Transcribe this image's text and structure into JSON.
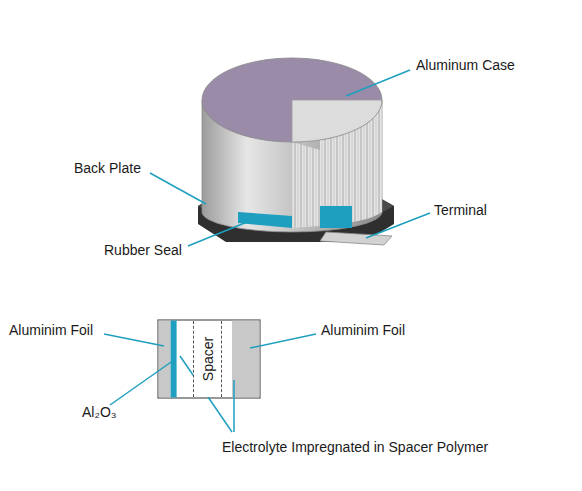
{
  "diagram": {
    "nodes": [
      {
        "text": [
          "Spacer"
        ]
      }
    ],
    "labels": [
      "Aluminum Case",
      "Back Plate",
      "Terminal",
      "Rubber Seal",
      "Aluminim Foil",
      "Aluminim Foil",
      "Al₂O₃",
      "Electrolyte Impregnated in Spacer Polymer"
    ]
  }
}
